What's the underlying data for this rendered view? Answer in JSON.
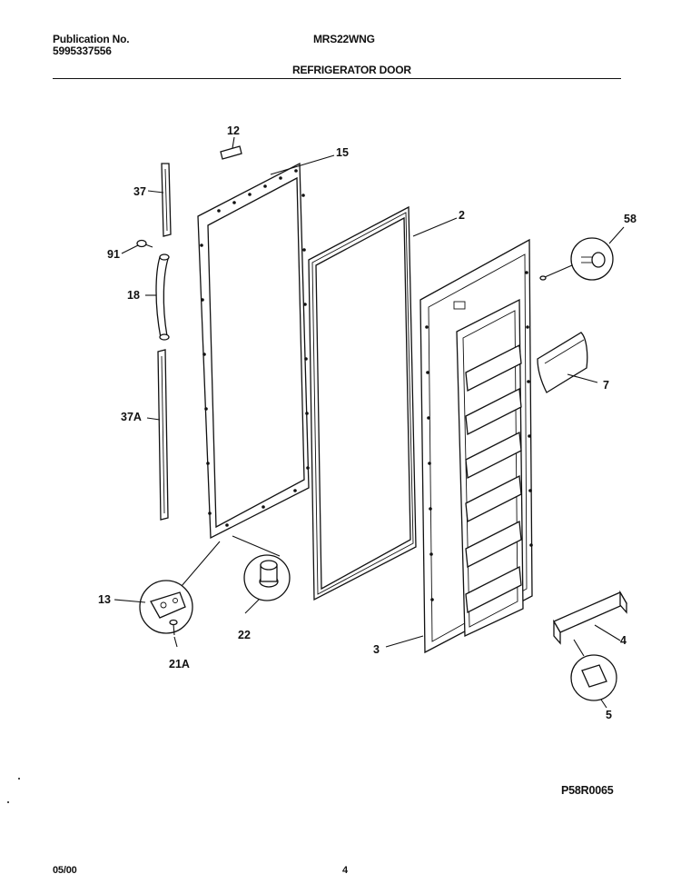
{
  "header": {
    "publication_label": "Publication No.",
    "publication_number": "5995337556",
    "model": "MRS22WNG",
    "section_title": "REFRIGERATOR DOOR"
  },
  "callouts": {
    "p12": "12",
    "p15": "15",
    "p37": "37",
    "p91": "91",
    "p18": "18",
    "p37a": "37A",
    "p2": "2",
    "p58": "58",
    "p7": "7",
    "p13": "13",
    "p22": "22",
    "p21a": "21A",
    "p3": "3",
    "p4": "4",
    "p5": "5"
  },
  "diagram_code": "P58R0065",
  "footer": {
    "date": "05/00",
    "page": "4"
  }
}
